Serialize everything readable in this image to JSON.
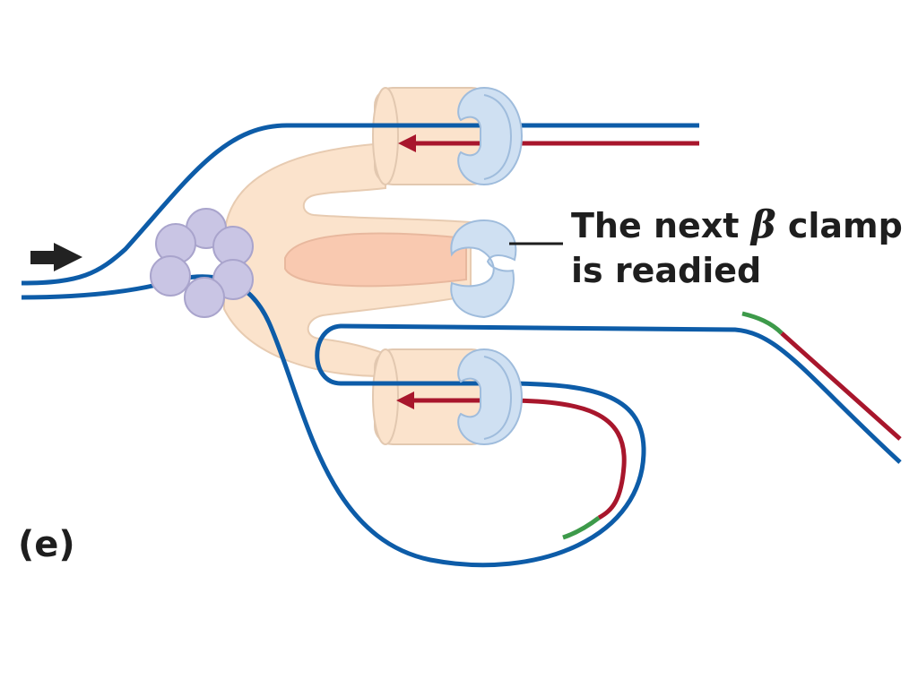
{
  "panel_label": "(e)",
  "callout": {
    "line1_pre": "The next",
    "line1_symbol": "β",
    "line1_post": "clamp",
    "line2": "is readied"
  },
  "colors": {
    "dna_strand": "#0d5ca8",
    "new_strand": "#a8162c",
    "rna_primer": "#3d9a4a",
    "polymerase_body": "#fbe3cc",
    "polymerase_core": "#f9c9b0",
    "beta_clamp": "#cfe0f2",
    "helicase": "#c9c5e4",
    "arrow": "#222222"
  },
  "icons": {
    "direction_arrow": "right-arrow-icon"
  }
}
